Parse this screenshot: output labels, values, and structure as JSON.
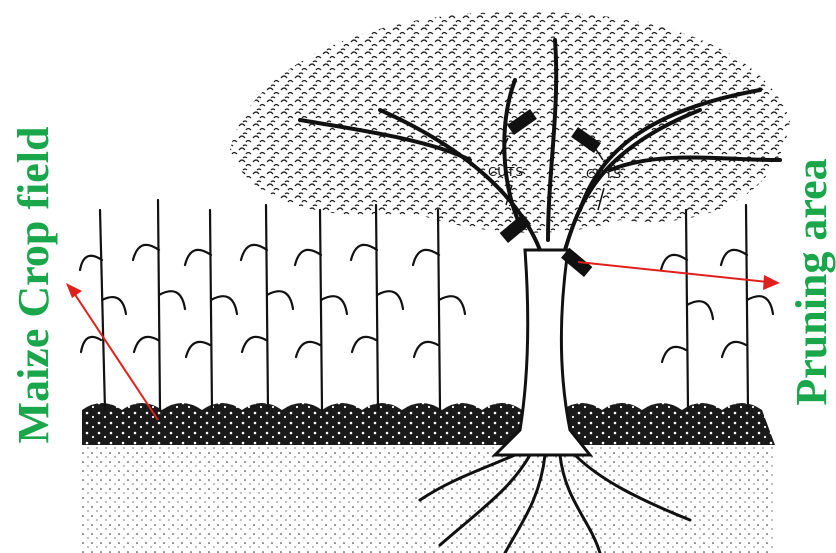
{
  "labels": {
    "left": "Maize Crop field",
    "right": "Pruning area",
    "cut_left": "CUTS",
    "cut_right": "CUTS"
  },
  "colors": {
    "label_green": "#1aa64a",
    "arrow_red": "#e0201c",
    "ink": "#111111"
  },
  "icons": {
    "arrow_left": "arrow-up-left",
    "arrow_right": "arrow-right"
  }
}
